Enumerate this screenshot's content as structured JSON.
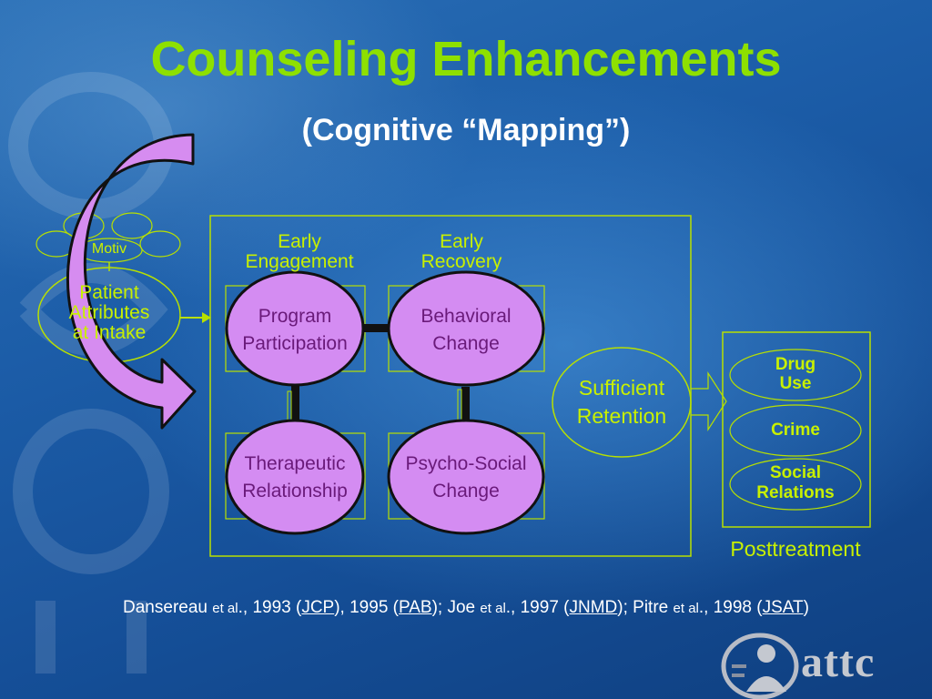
{
  "slide": {
    "title": "Counseling Enhancements",
    "subtitle": "(Cognitive “Mapping”)"
  },
  "intake": {
    "motiv_label": "Motiv",
    "patient_line1": "Patient",
    "patient_line2": "Attributes",
    "patient_line3": "at Intake"
  },
  "phases": {
    "early_engagement_line1": "Early",
    "early_engagement_line2": "Engagement",
    "early_recovery_line1": "Early",
    "early_recovery_line2": "Recovery"
  },
  "nodes": {
    "program_line1": "Program",
    "program_line2": "Participation",
    "behavioral_line1": "Behavioral",
    "behavioral_line2": "Change",
    "therapeutic_line1": "Therapeutic",
    "therapeutic_line2": "Relationship",
    "psychosocial_line1": "Psycho-Social",
    "psychosocial_line2": "Change",
    "retention_line1": "Sufficient",
    "retention_line2": "Retention"
  },
  "outcomes": {
    "drug_line1": "Drug",
    "drug_line2": "Use",
    "crime": "Crime",
    "social_line1": "Social",
    "social_line2": "Relations",
    "posttreatment": "Posttreatment"
  },
  "citation": {
    "a1": "Dansereau ",
    "etal1": "et al",
    "a2": "., 1993 (",
    "jcp": "JCP",
    "a3": "), 1995 (",
    "pab": "PAB",
    "a4": "); Joe ",
    "etal2": "et al",
    "a5": "., 1997 (",
    "jnmd": "JNMD",
    "a6": "); Pitre ",
    "etal3": "et al",
    "a7": "., 1998 (",
    "jsat": "JSAT",
    "a8": ")"
  },
  "logo": {
    "text": "attc"
  },
  "colors": {
    "title": "#8ee000",
    "label_green": "#c8f000",
    "oval_fill": "#d48cf2",
    "oval_text": "#6a1a7a",
    "arrow_fill": "#d68cf0",
    "outcome_text": "#c8f000"
  }
}
